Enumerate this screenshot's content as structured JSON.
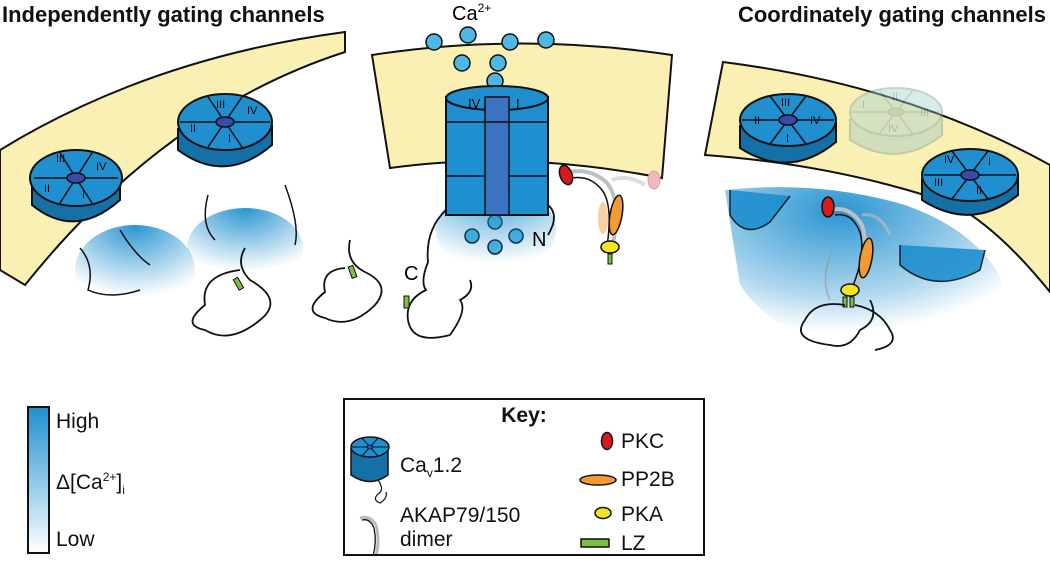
{
  "titles": {
    "left": "Independently gating channels",
    "right": "Coordinately gating channels"
  },
  "top_labels": {
    "ion": "Ca",
    "ion_sup": "2+"
  },
  "channel_labels": {
    "domains": [
      "I",
      "II",
      "III",
      "IV"
    ],
    "c_terminus": "C",
    "n_terminus": "N"
  },
  "gradient_legend": {
    "high": "High",
    "low": "Low",
    "measure_prefix": "Δ[Ca",
    "measure_sup": "2+",
    "measure_mid": "]",
    "measure_sub": "i"
  },
  "key": {
    "title": "Key:",
    "channel_prefix": "Ca",
    "channel_sub": "v",
    "channel_suffix": "1.2",
    "akap_line1": "AKAP79/150",
    "akap_line2": "dimer",
    "pkc": "PKC",
    "pp2b": "PP2B",
    "pka": "PKA",
    "lz": "LZ"
  },
  "colors": {
    "membrane": "#fbf0b4",
    "channel": "#1f8fcf",
    "channel_dark": "#1670a8",
    "pore": "#3b73c0",
    "ion": "#4db8e6",
    "pkc": "#d71920",
    "pp2b": "#f39a33",
    "pka": "#f5e51e",
    "lz": "#7bc043"
  }
}
